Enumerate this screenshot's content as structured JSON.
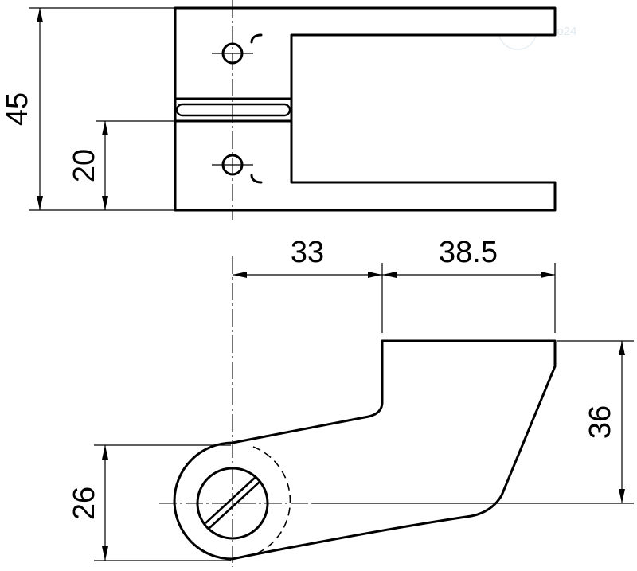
{
  "watermark": {
    "text": "esco24"
  },
  "dimensions": {
    "height_total": "45",
    "height_partial": "20",
    "length_a": "33",
    "length_b": "38.5",
    "lever_height": "36",
    "boss_height": "26"
  }
}
